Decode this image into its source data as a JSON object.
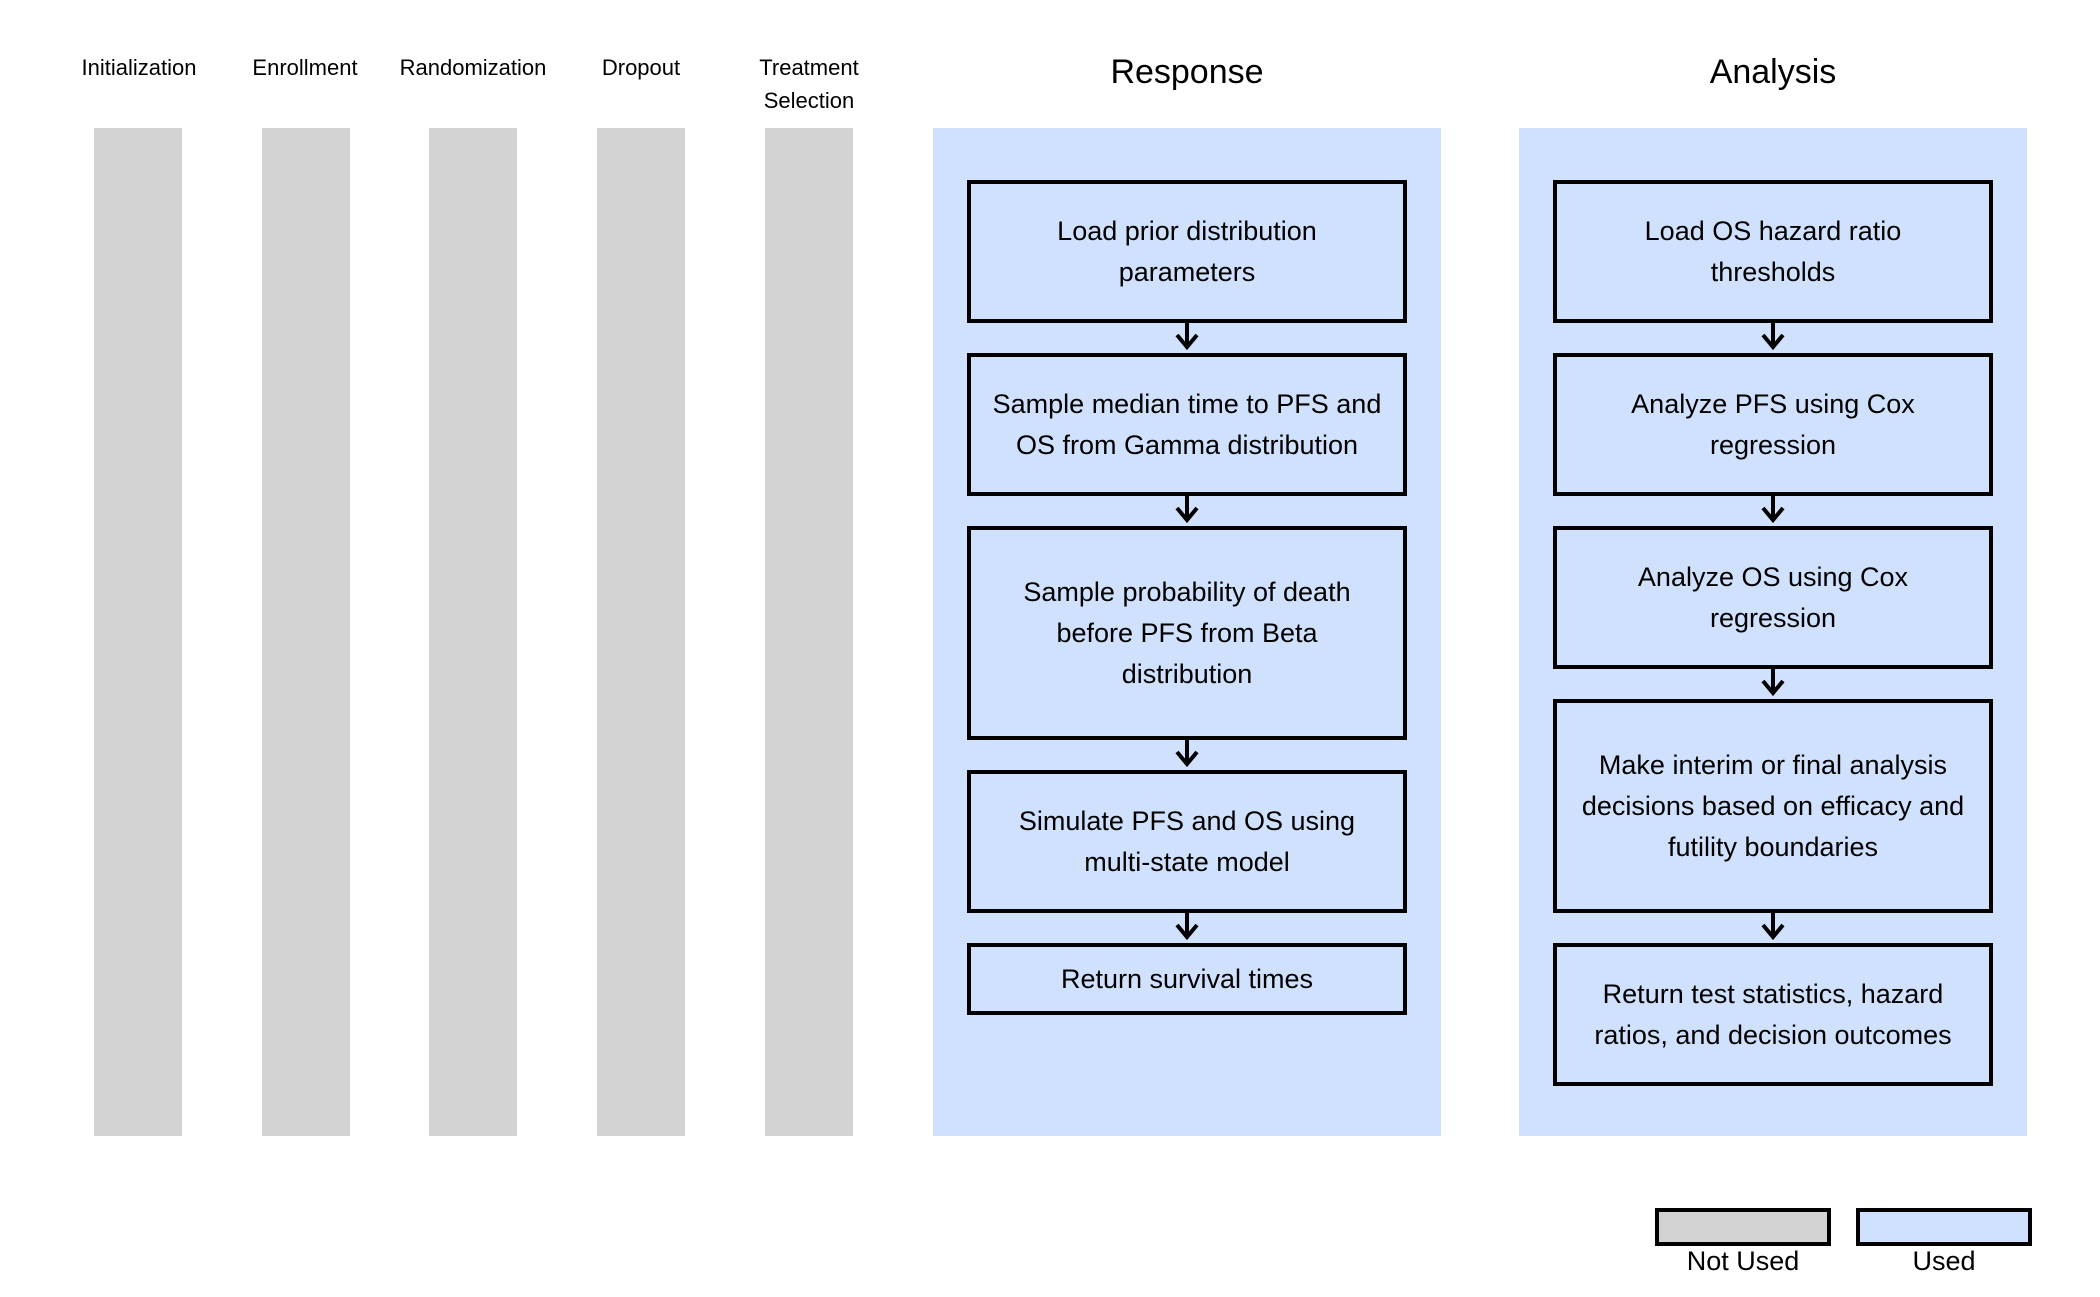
{
  "stages": {
    "initialization": "Initialization",
    "enrollment": "Enrollment",
    "randomization": "Randomization",
    "dropout": "Dropout",
    "treatment_selection": "Treatment\nSelection",
    "response": "Response",
    "analysis": "Analysis"
  },
  "response_steps": [
    "Load prior distribution parameters",
    "Sample median time to PFS and OS from Gamma distribution",
    "Sample probability of death before PFS from Beta distribution",
    "Simulate PFS and OS using multi-state model",
    "Return survival times"
  ],
  "analysis_steps": [
    "Load OS hazard ratio thresholds",
    "Analyze PFS using Cox regression",
    "Analyze OS using Cox regression",
    "Make interim or final analysis decisions based on efficacy and futility boundaries",
    "Return test statistics, hazard ratios, and decision outcomes"
  ],
  "legend": {
    "not_used": "Not Used",
    "used": "Used"
  },
  "colors": {
    "not_used": "#d3d3d3",
    "used": "#cfe1fd",
    "border": "#000000"
  }
}
